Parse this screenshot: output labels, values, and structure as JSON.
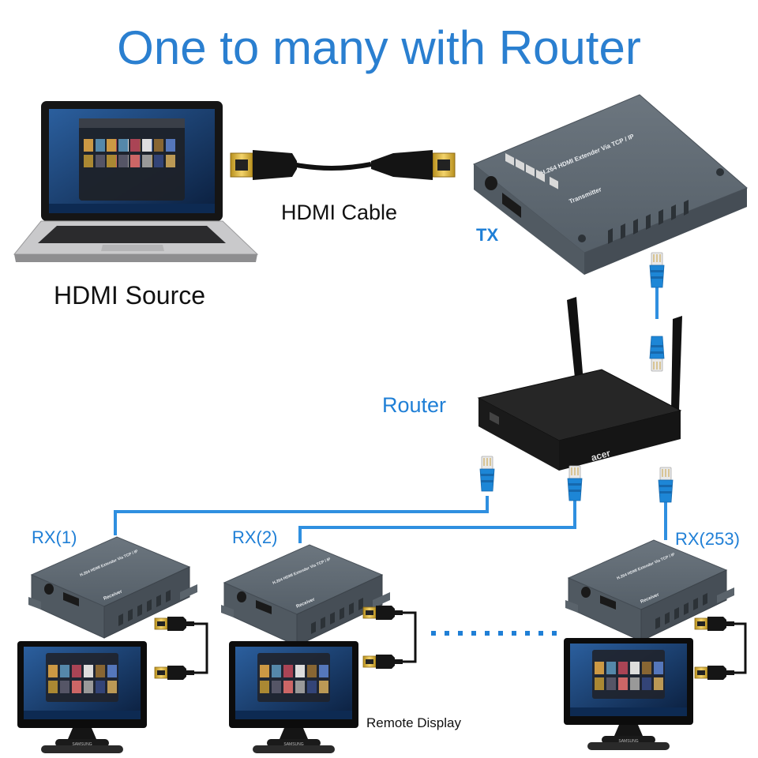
{
  "title": "One to many with Router",
  "labels": {
    "hdmi_cable": "HDMI Cable",
    "hdmi_source": "HDMI Source",
    "tx": "TX",
    "router": "Router",
    "rx1": "RX(1)",
    "rx2": "RX(2)",
    "rx253": "RX(253)",
    "remote_display": "Remote Display"
  },
  "device_text": {
    "tx_model": "H.264 HDMI Extender Via TCP / IP",
    "tx_role": "Transmitter",
    "rx_model": "H.264 HDMI Extender Via TCP / IP",
    "rx_role": "Receiver",
    "router_brand": "acer",
    "monitor_brand": "SAMSUNG"
  },
  "colors": {
    "title": "#2a7fd0",
    "accent_label": "#1f7fd6",
    "cable": "#2f8fe0",
    "device": "#56606a",
    "router": "#1c1c1c",
    "hdmi_gold": "#d9b23a"
  }
}
